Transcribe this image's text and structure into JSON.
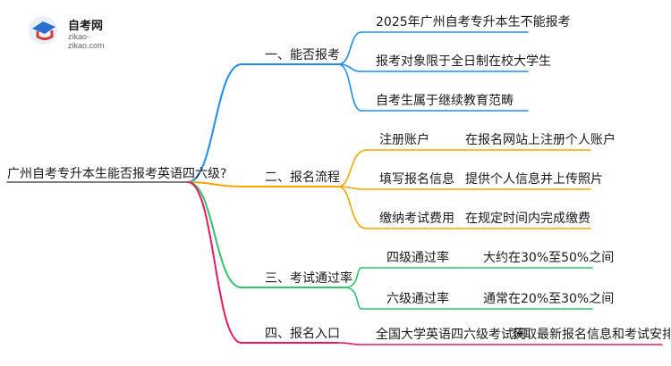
{
  "logo": {
    "name": "自考网",
    "url": "zikao-zikao.com"
  },
  "root": "广州自考专升本生能否报考英语四六级?",
  "branches": [
    {
      "label": "一、能否报考",
      "color": "#1f8cf0",
      "leaves": [
        {
          "text": "2025年广州自考专升本生不能报考"
        },
        {
          "text": "报考对象限于全日制在校大学生"
        },
        {
          "text": "自考生属于继续教育范畴"
        }
      ]
    },
    {
      "label": "二、报名流程",
      "color": "#f4a700",
      "leaves": [
        {
          "text": "注册账户",
          "detail": "在报名网站上注册个人账户"
        },
        {
          "text": "填写报名信息",
          "detail": "提供个人信息并上传照片"
        },
        {
          "text": "缴纳考试费用",
          "detail": "在规定时间内完成缴费"
        }
      ]
    },
    {
      "label": "三、考试通过率",
      "color": "#2ec46b",
      "leaves": [
        {
          "text": "四级通过率",
          "detail": "大约在30%至50%之间"
        },
        {
          "text": "六级通过率",
          "detail": "通常在20%至30%之间"
        }
      ]
    },
    {
      "label": "四、报名入口",
      "color": "#e8195e",
      "leaves": [
        {
          "text": "全国大学英语四六级考试网",
          "detail": "获取最新报名信息和考试安排"
        }
      ]
    }
  ]
}
